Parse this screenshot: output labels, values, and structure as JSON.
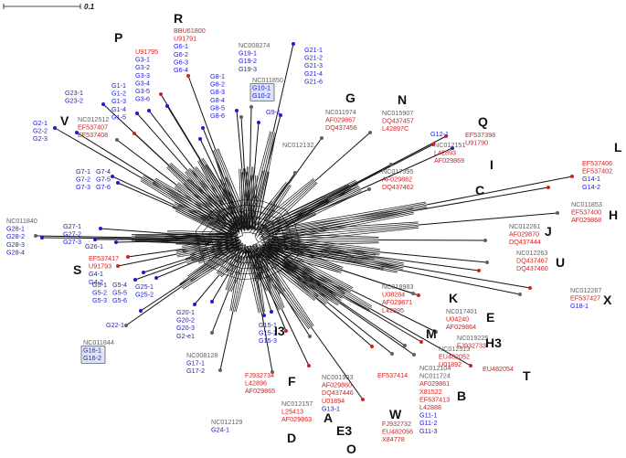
{
  "colors": {
    "blue": "#1a1ad6",
    "red": "#d42020",
    "gray": "#606060",
    "line": "#111111",
    "big": "#111111"
  },
  "scale_bar": {
    "label": "0.1"
  },
  "clusters": [
    {
      "id": "scale",
      "letter": "",
      "nodes": []
    },
    {
      "id": "R",
      "letter": "R",
      "nodes": [
        {
          "t": "BBU61800",
          "c": "red"
        },
        {
          "t": "U91791",
          "c": "red"
        },
        {
          "t": "G6-1",
          "c": "blue"
        },
        {
          "t": "G6-2",
          "c": "blue"
        },
        {
          "t": "G6-3",
          "c": "blue"
        },
        {
          "t": "G6-4",
          "c": "blue"
        }
      ]
    },
    {
      "id": "P",
      "letter": "P",
      "nodes": [
        {
          "t": "U91795",
          "c": "red"
        },
        {
          "t": "G3-1",
          "c": "blue"
        },
        {
          "t": "G3-2",
          "c": "blue"
        },
        {
          "t": "G3-3",
          "c": "blue"
        },
        {
          "t": "G3-4",
          "c": "blue"
        },
        {
          "t": "G3-5",
          "c": "blue"
        },
        {
          "t": "G3-6",
          "c": "blue"
        }
      ]
    },
    {
      "id": "G1",
      "letter": "",
      "nodes": [
        {
          "t": "G1-1",
          "c": "blue"
        },
        {
          "t": "G1-2",
          "c": "blue"
        },
        {
          "t": "G1-3",
          "c": "blue"
        },
        {
          "t": "G1-4",
          "c": "blue"
        },
        {
          "t": "G1-5",
          "c": "blue"
        }
      ]
    },
    {
      "id": "G8",
      "letter": "",
      "nodes": [
        {
          "t": "G8-1",
          "c": "blue"
        },
        {
          "t": "G8-2",
          "c": "blue"
        },
        {
          "t": "G8-3",
          "c": "blue"
        },
        {
          "t": "G8-4",
          "c": "blue"
        },
        {
          "t": "G8-5",
          "c": "blue"
        },
        {
          "t": "G8-6",
          "c": "blue"
        }
      ]
    },
    {
      "id": "G19",
      "letter": "",
      "nodes": [
        {
          "t": "NC008274",
          "c": "gray"
        },
        {
          "t": "G19-1",
          "c": "blue"
        },
        {
          "t": "G19-2",
          "c": "blue"
        },
        {
          "t": "G19-3",
          "c": "blue"
        }
      ]
    },
    {
      "id": "G10",
      "letter": "",
      "nodes": [
        {
          "t": "NC011850",
          "c": "gray"
        },
        {
          "t": "G10-1",
          "c": "blue"
        },
        {
          "t": "G10-2",
          "c": "blue"
        }
      ]
    },
    {
      "id": "G21",
      "letter": "",
      "nodes": [
        {
          "t": "G21-1",
          "c": "blue"
        },
        {
          "t": "G21-2",
          "c": "blue"
        },
        {
          "t": "G21-3",
          "c": "blue"
        },
        {
          "t": "G21-4",
          "c": "blue"
        },
        {
          "t": "G21-6",
          "c": "blue"
        }
      ]
    },
    {
      "id": "G9",
      "letter": "",
      "nodes": [
        {
          "t": "G9-1",
          "c": "blue"
        }
      ]
    },
    {
      "id": "G23",
      "letter": "",
      "nodes": [
        {
          "t": "G23-1",
          "c": "blue"
        },
        {
          "t": "G23-2",
          "c": "blue"
        }
      ]
    },
    {
      "id": "V",
      "letter": "V",
      "nodes": [
        {
          "t": "NC012512",
          "c": "gray"
        },
        {
          "t": "EF537407",
          "c": "red"
        },
        {
          "t": "EF537408",
          "c": "red"
        }
      ]
    },
    {
      "id": "G2",
      "letter": "",
      "nodes": [
        {
          "t": "G2-1",
          "c": "blue"
        },
        {
          "t": "G2-2",
          "c": "blue"
        },
        {
          "t": "G2-3",
          "c": "blue"
        }
      ]
    },
    {
      "id": "G",
      "letter": "G",
      "nodes": [
        {
          "t": "NC011974",
          "c": "gray"
        },
        {
          "t": "AF029867",
          "c": "red"
        },
        {
          "t": "DQ437456",
          "c": "red"
        }
      ]
    },
    {
      "id": "N",
      "letter": "N",
      "nodes": [
        {
          "t": "NC015907",
          "c": "gray"
        },
        {
          "t": "DQ437457",
          "c": "red"
        },
        {
          "t": "L42897C",
          "c": "red"
        }
      ]
    },
    {
      "id": "NC012132",
      "letter": "",
      "nodes": [
        {
          "t": "NC012132",
          "c": "gray"
        }
      ]
    },
    {
      "id": "Q",
      "letter": "Q",
      "nodes": [
        {
          "t": "EF537398",
          "c": "red"
        },
        {
          "t": "U91790",
          "c": "red"
        }
      ]
    },
    {
      "id": "G12",
      "letter": "",
      "nodes": [
        {
          "t": "G12-1",
          "c": "blue"
        }
      ]
    },
    {
      "id": "I",
      "letter": "I",
      "nodes": [
        {
          "t": "NC012151",
          "c": "gray"
        },
        {
          "t": "L42893",
          "c": "red"
        },
        {
          "t": "AF029869",
          "c": "red"
        }
      ]
    },
    {
      "id": "L",
      "letter": "L",
      "nodes": [
        {
          "t": "EF537406",
          "c": "red"
        },
        {
          "t": "EF537402",
          "c": "red"
        },
        {
          "t": "G14-1",
          "c": "blue"
        },
        {
          "t": "G14-2",
          "c": "blue"
        }
      ]
    },
    {
      "id": "C",
      "letter": "C",
      "nodes": [
        {
          "t": "NC017395",
          "c": "gray"
        },
        {
          "t": "AF029862",
          "c": "red"
        },
        {
          "t": "DQ437462",
          "c": "red"
        }
      ]
    },
    {
      "id": "G7",
      "letter": "",
      "nodes": [
        {
          "t": "G7-1",
          "c": "blue"
        },
        {
          "t": "G7-4",
          "c": "blue"
        },
        {
          "t": "G7-2",
          "c": "blue"
        },
        {
          "t": "G7-5",
          "c": "blue"
        },
        {
          "t": "G7-3",
          "c": "blue"
        },
        {
          "t": "G7-6",
          "c": "blue"
        }
      ]
    },
    {
      "id": "G28",
      "letter": "",
      "nodes": [
        {
          "t": "NC011840",
          "c": "gray"
        },
        {
          "t": "G28-1",
          "c": "blue"
        },
        {
          "t": "G28-2",
          "c": "blue"
        },
        {
          "t": "G28-3",
          "c": "blue"
        },
        {
          "t": "G28-4",
          "c": "blue"
        }
      ]
    },
    {
      "id": "H",
      "letter": "H",
      "nodes": [
        {
          "t": "NC011853",
          "c": "gray"
        },
        {
          "t": "EF537400",
          "c": "red"
        },
        {
          "t": "AF029868",
          "c": "red"
        }
      ]
    },
    {
      "id": "J",
      "letter": "J",
      "nodes": [
        {
          "t": "NC012261",
          "c": "gray"
        },
        {
          "t": "AF029870",
          "c": "red"
        },
        {
          "t": "DQ437444",
          "c": "red"
        }
      ]
    },
    {
      "id": "G27",
      "letter": "",
      "nodes": [
        {
          "t": "G27-1",
          "c": "blue"
        },
        {
          "t": "G27-2",
          "c": "blue"
        },
        {
          "t": "G27-3",
          "c": "blue"
        }
      ]
    },
    {
      "id": "G26",
      "letter": "",
      "nodes": [
        {
          "t": "G26-1",
          "c": "blue"
        }
      ]
    },
    {
      "id": "U",
      "letter": "U",
      "nodes": [
        {
          "t": "NC012263",
          "c": "gray"
        },
        {
          "t": "DQ437467",
          "c": "red"
        },
        {
          "t": "DQ437460",
          "c": "red"
        }
      ]
    },
    {
      "id": "S",
      "letter": "S",
      "nodes": [
        {
          "t": "EF537417",
          "c": "red"
        },
        {
          "t": "U91793",
          "c": "red"
        },
        {
          "t": "G4-1",
          "c": "blue"
        },
        {
          "t": "G4-2",
          "c": "blue"
        }
      ]
    },
    {
      "id": "G5",
      "letter": "",
      "nodes": [
        {
          "t": "G5-1",
          "c": "blue"
        },
        {
          "t": "G5-4",
          "c": "blue"
        },
        {
          "t": "G5-2",
          "c": "blue"
        },
        {
          "t": "G5-5",
          "c": "blue"
        },
        {
          "t": "G5-3",
          "c": "blue"
        },
        {
          "t": "G5-6",
          "c": "blue"
        }
      ]
    },
    {
      "id": "G25",
      "letter": "",
      "nodes": [
        {
          "t": "G25-1",
          "c": "blue"
        },
        {
          "t": "G25-2",
          "c": "blue"
        }
      ]
    },
    {
      "id": "K",
      "letter": "K",
      "nodes": [
        {
          "t": "NC018983",
          "c": "gray"
        },
        {
          "t": "U08284",
          "c": "red"
        },
        {
          "t": "AF029871",
          "c": "red"
        },
        {
          "t": "L42895",
          "c": "red"
        }
      ]
    },
    {
      "id": "X",
      "letter": "X",
      "nodes": [
        {
          "t": "NC012267",
          "c": "gray"
        },
        {
          "t": "EF537427",
          "c": "red"
        },
        {
          "t": "G18-1",
          "c": "blue"
        }
      ]
    },
    {
      "id": "E",
      "letter": "E",
      "nodes": [
        {
          "t": "NC017401",
          "c": "gray"
        },
        {
          "t": "U04240",
          "c": "red"
        },
        {
          "t": "AF029864",
          "c": "red"
        }
      ]
    },
    {
      "id": "G22",
      "letter": "",
      "nodes": [
        {
          "t": "G22-1",
          "c": "blue"
        }
      ]
    },
    {
      "id": "G20",
      "letter": "",
      "nodes": [
        {
          "t": "G20-1",
          "c": "blue"
        },
        {
          "t": "G20-2",
          "c": "blue"
        },
        {
          "t": "G20-3",
          "c": "blue"
        },
        {
          "t": "G2-e1",
          "c": "blue"
        }
      ]
    },
    {
      "id": "G15",
      "letter": "",
      "nodes": [
        {
          "t": "G15-1",
          "c": "blue"
        },
        {
          "t": "G15-2",
          "c": "blue"
        },
        {
          "t": "G15-3",
          "c": "blue"
        }
      ]
    },
    {
      "id": "G16",
      "letter": "",
      "nodes": [
        {
          "t": "NC011844",
          "c": "gray"
        },
        {
          "t": "G16-1",
          "c": "blue"
        },
        {
          "t": "G16-2",
          "c": "blue"
        }
      ]
    },
    {
      "id": "G17",
      "letter": "",
      "nodes": [
        {
          "t": "NC008128",
          "c": "gray"
        },
        {
          "t": "G17-1",
          "c": "blue"
        },
        {
          "t": "G17-2",
          "c": "blue"
        }
      ]
    },
    {
      "id": "M",
      "letter": "M",
      "nodes": [
        {
          "t": "NC019225",
          "c": "gray"
        },
        {
          "t": "FJ932733",
          "c": "red"
        }
      ]
    },
    {
      "id": "H3",
      "letter": "H3",
      "nodes": [
        {
          "t": "NC012513",
          "c": "gray"
        },
        {
          "t": "EU482052",
          "c": "red"
        },
        {
          "t": "U01892",
          "c": "red"
        }
      ]
    },
    {
      "id": "I3",
      "letter": "I3",
      "nodes": [
        {
          "t": "FJ932734",
          "c": "red"
        },
        {
          "t": "L42896",
          "c": "red"
        },
        {
          "t": "AF029865",
          "c": "red"
        }
      ]
    },
    {
      "id": "T",
      "letter": "T",
      "nodes": [
        {
          "t": "EU482054",
          "c": "red"
        }
      ]
    },
    {
      "id": "B",
      "letter": "B",
      "nodes": [
        {
          "t": "NC012104",
          "c": "gray"
        },
        {
          "t": "NC011724",
          "c": "gray"
        },
        {
          "t": "AF029861",
          "c": "red"
        },
        {
          "t": "X81522",
          "c": "red"
        },
        {
          "t": "EF537413",
          "c": "red"
        },
        {
          "t": "L42888",
          "c": "red"
        },
        {
          "t": "G11-1",
          "c": "blue"
        },
        {
          "t": "G11-2",
          "c": "blue"
        },
        {
          "t": "G11-3",
          "c": "blue"
        }
      ]
    },
    {
      "id": "F",
      "letter": "F",
      "nodes": []
    },
    {
      "id": "A",
      "letter": "A",
      "nodes": [
        {
          "t": "NC001903",
          "c": "gray"
        },
        {
          "t": "AF029860",
          "c": "red"
        },
        {
          "t": "DQ437446",
          "c": "red"
        },
        {
          "t": "U01894",
          "c": "red"
        },
        {
          "t": "G13-1",
          "c": "blue"
        }
      ]
    },
    {
      "id": "W",
      "letter": "W",
      "nodes": [
        {
          "t": "EF537414",
          "c": "red"
        }
      ]
    },
    {
      "id": "D",
      "letter": "D",
      "nodes": [
        {
          "t": "NC012157",
          "c": "gray"
        },
        {
          "t": "L25413",
          "c": "red"
        },
        {
          "t": "AF029863",
          "c": "red"
        }
      ]
    },
    {
      "id": "G24",
      "letter": "",
      "nodes": [
        {
          "t": "NC012129",
          "c": "gray"
        },
        {
          "t": "G24-1",
          "c": "blue"
        }
      ]
    },
    {
      "id": "E3",
      "letter": "E3",
      "nodes": [
        {
          "t": "FJ932732",
          "c": "red"
        },
        {
          "t": "EU482056",
          "c": "red"
        },
        {
          "t": "X84778",
          "c": "red"
        }
      ]
    },
    {
      "id": "O",
      "letter": "O",
      "nodes": []
    }
  ]
}
